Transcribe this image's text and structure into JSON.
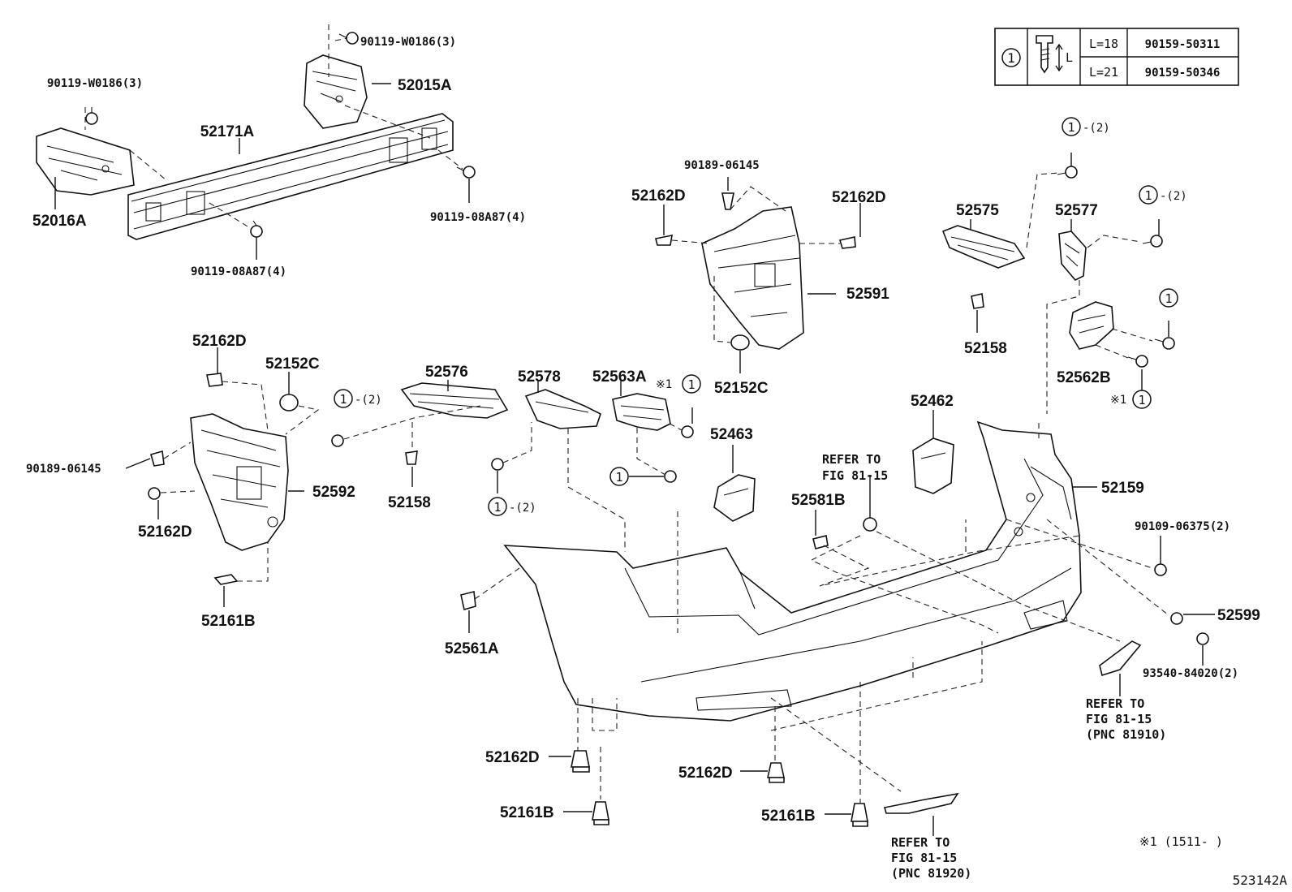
{
  "diagram_id": "523142A",
  "note_footnote": "※1 (1511-      )",
  "legend_table": {
    "symbol": "1",
    "dim_label": "L",
    "rows": [
      {
        "length": "L=18",
        "part": "90159-50311"
      },
      {
        "length": "L=21",
        "part": "90159-50346"
      }
    ]
  },
  "labels": {
    "p52171A": "52171A",
    "p52015A": "52015A",
    "p52016A": "52016A",
    "p90119W0186_top": "90119-W0186(3)",
    "p90119W0186_left": "90119-W0186(3)",
    "p90119_08A87_right": "90119-08A87(4)",
    "p90119_08A87_bottom": "90119-08A87(4)",
    "p90189_06145_top": "90189-06145",
    "p52162D_a": "52162D",
    "p52162D_b": "52162D",
    "p52591": "52591",
    "p52152C_a": "52152C",
    "p52575": "52575",
    "p52577": "52577",
    "p52158_a": "52158",
    "p52562B": "52562B",
    "p52162D_c": "52162D",
    "p52152C_b": "52152C",
    "p90189_06145_left": "90189-06145",
    "p52162D_d": "52162D",
    "p52592": "52592",
    "p52161B_a": "52161B",
    "p52576": "52576",
    "p52158_b": "52158",
    "p52578": "52578",
    "p52563A": "52563A",
    "p52463": "52463",
    "p52462": "52462",
    "p52581B": "52581B",
    "p52159": "52159",
    "p90109_06375": "90109-06375(2)",
    "p52599": "52599",
    "p93540_84020": "93540-84020(2)",
    "p52561A": "52561A",
    "p52162D_e": "52162D",
    "p52161B_b": "52161B",
    "p52162D_f": "52162D",
    "p52161B_c": "52161B"
  },
  "circled_refs": {
    "symbol": "1",
    "qty2": "-(2)",
    "note_mark": "※1"
  },
  "refer_notes": {
    "refer_a_l1": "REFER TO",
    "refer_a_l2": "FIG 81-15",
    "refer_b_l1": "REFER TO",
    "refer_b_l2": "FIG 81-15",
    "refer_b_l3": "(PNC 81910)",
    "refer_c_l1": "REFER TO",
    "refer_c_l2": "FIG 81-15",
    "refer_c_l3": "(PNC 81920)"
  },
  "colors": {
    "ink": "#111111",
    "paper": "#ffffff"
  }
}
